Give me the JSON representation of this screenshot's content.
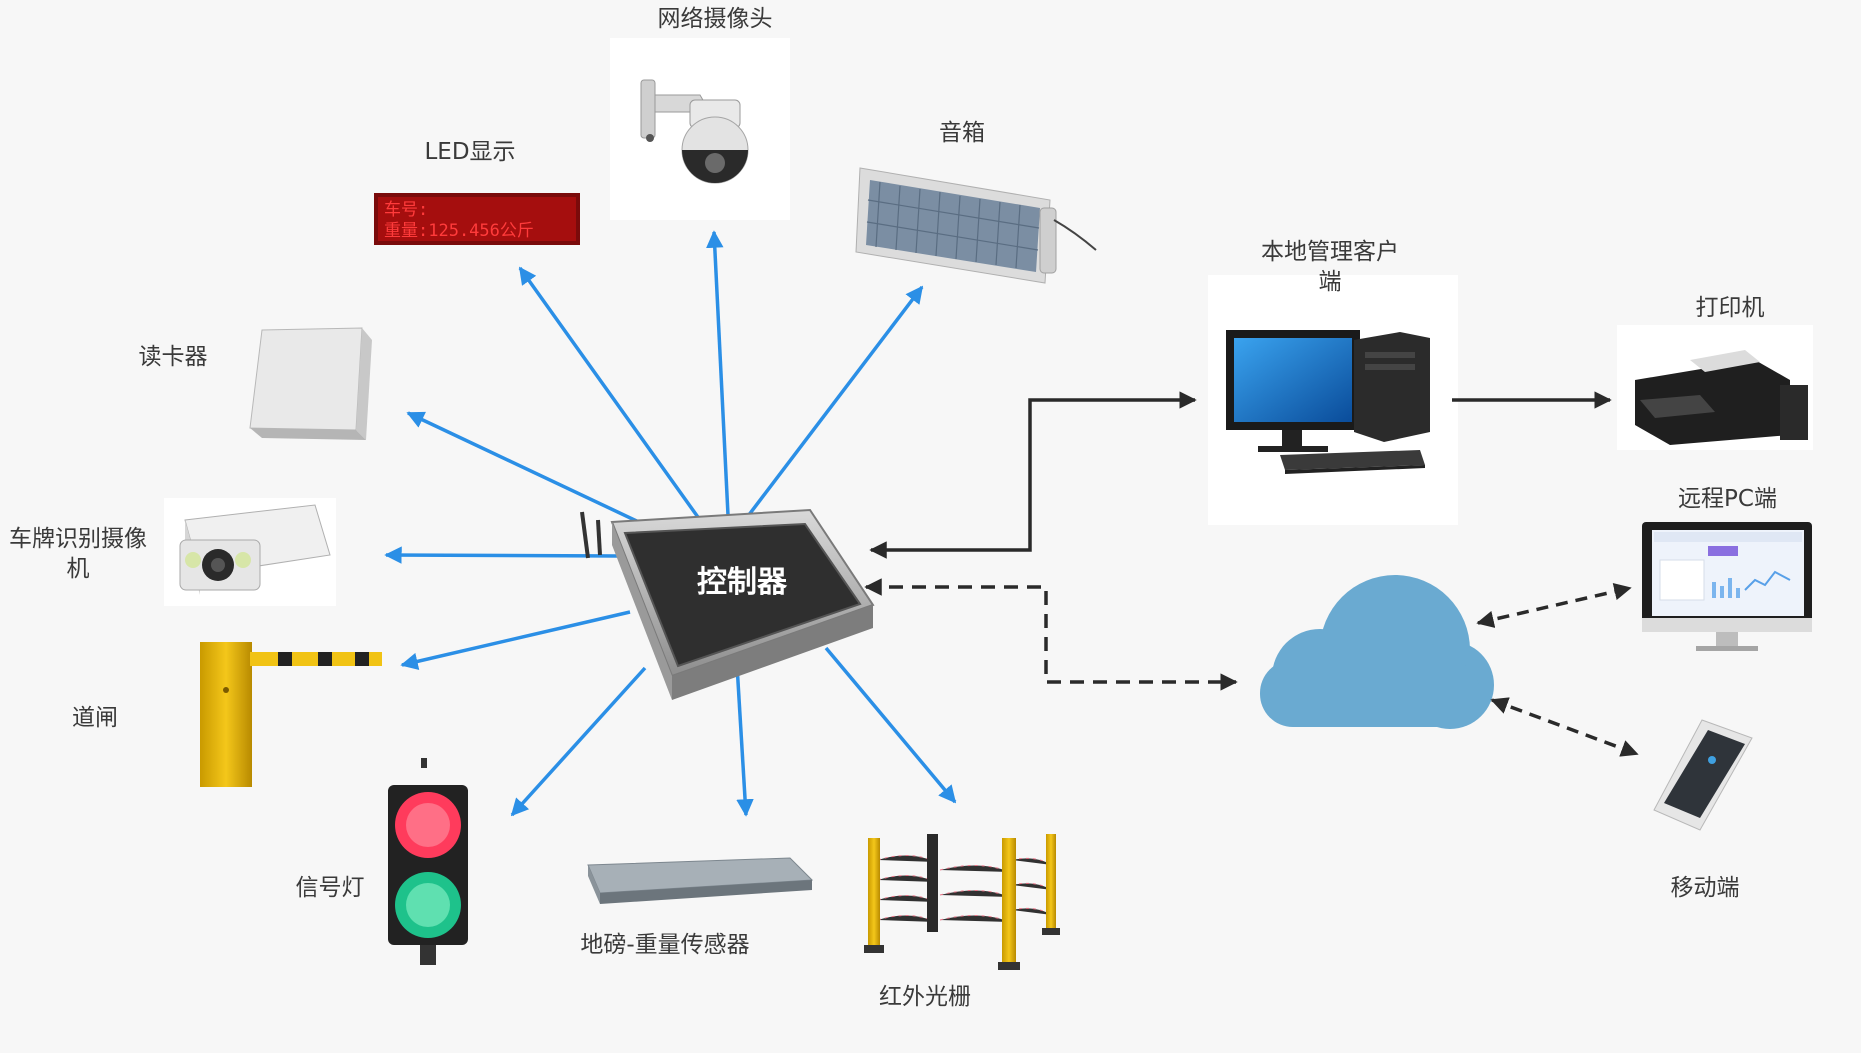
{
  "controller": {
    "label": "控制器"
  },
  "devices": {
    "network_camera": "网络摄像头",
    "led_display": "LED显示",
    "speaker": "音箱",
    "card_reader": "读卡器",
    "plate_camera": "车牌识别摄像机",
    "barrier_gate": "道闸",
    "traffic_light": "信号灯",
    "weighbridge": "地磅-重量传感器",
    "infrared_grating": "红外光栅"
  },
  "led_content": {
    "line1": "车号:",
    "line2": "重量:125.456公斤"
  },
  "right_side": {
    "local_client": "本地管理客户端",
    "printer": "打印机",
    "remote_pc": "远程PC端",
    "mobile": "移动端"
  },
  "colors": {
    "arrow_blue": "#2b8fe6",
    "arrow_dark": "#2a2a2a",
    "cloud": "#6aaad1",
    "background": "#f7f7f7"
  }
}
